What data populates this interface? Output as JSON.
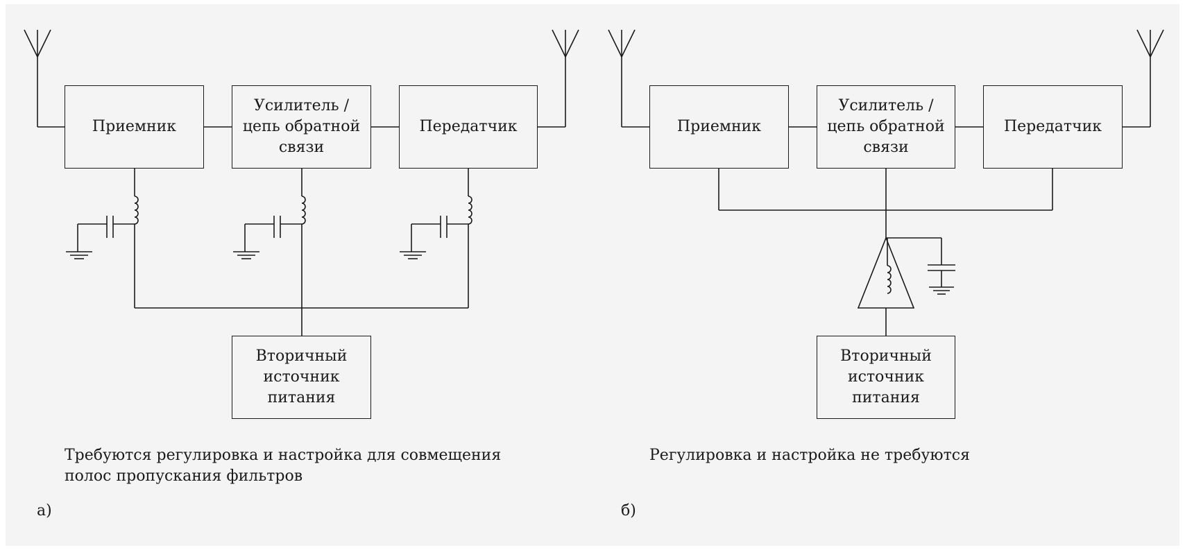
{
  "left": {
    "receiver": "Приемник",
    "amplifier": "Усилитель /\nцепь обратной\nсвязи",
    "transmitter": "Передатчик",
    "power_supply": "Вторичный\nисточник\nпитания",
    "caption": "Требуются регулировка и настройка для совмещения\nполос пропускания фильтров",
    "label": "а)"
  },
  "right": {
    "receiver": "Приемник",
    "amplifier": "Усилитель /\nцепь обратной\nсвязи",
    "transmitter": "Передатчик",
    "power_supply": "Вторичный\nисточник\nпитания",
    "caption": "Регулировка и настройка не требуются",
    "label": "б)"
  },
  "colors": {
    "line": "#1a1a1a",
    "panel": "#f4f4f4"
  }
}
